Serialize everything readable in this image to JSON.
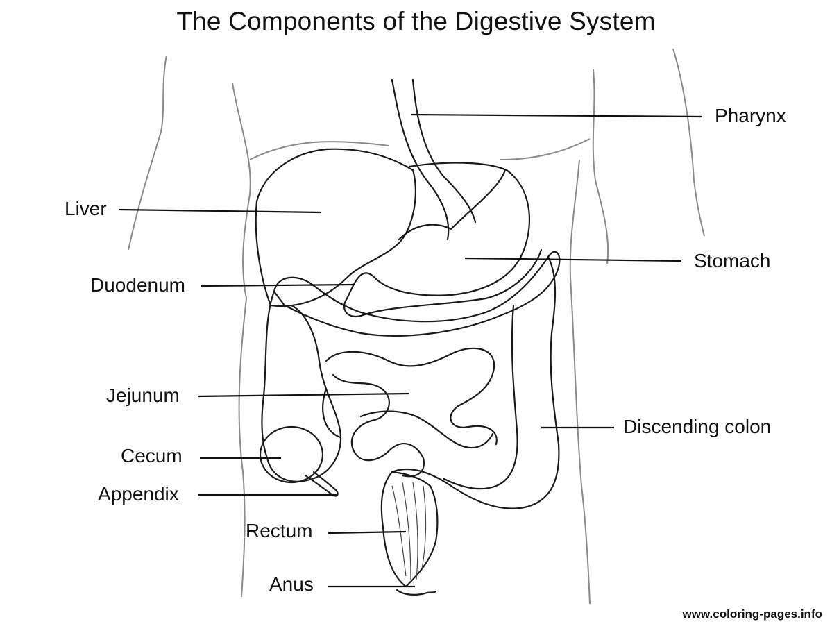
{
  "title": "The Components of the Digestive System",
  "labels": {
    "pharynx": "Pharynx",
    "liver": "Liver",
    "stomach": "Stomach",
    "duodenum": "Duodenum",
    "jejunum": "Jejunum",
    "discending_colon": "Discending colon",
    "cecum": "Cecum",
    "appendix": "Appendix",
    "rectum": "Rectum",
    "anus": "Anus"
  },
  "watermark": "www.coloring-pages.info",
  "colors": {
    "outline": "#1a1a1a",
    "body_contour": "#8a8a8a",
    "background": "#ffffff"
  }
}
